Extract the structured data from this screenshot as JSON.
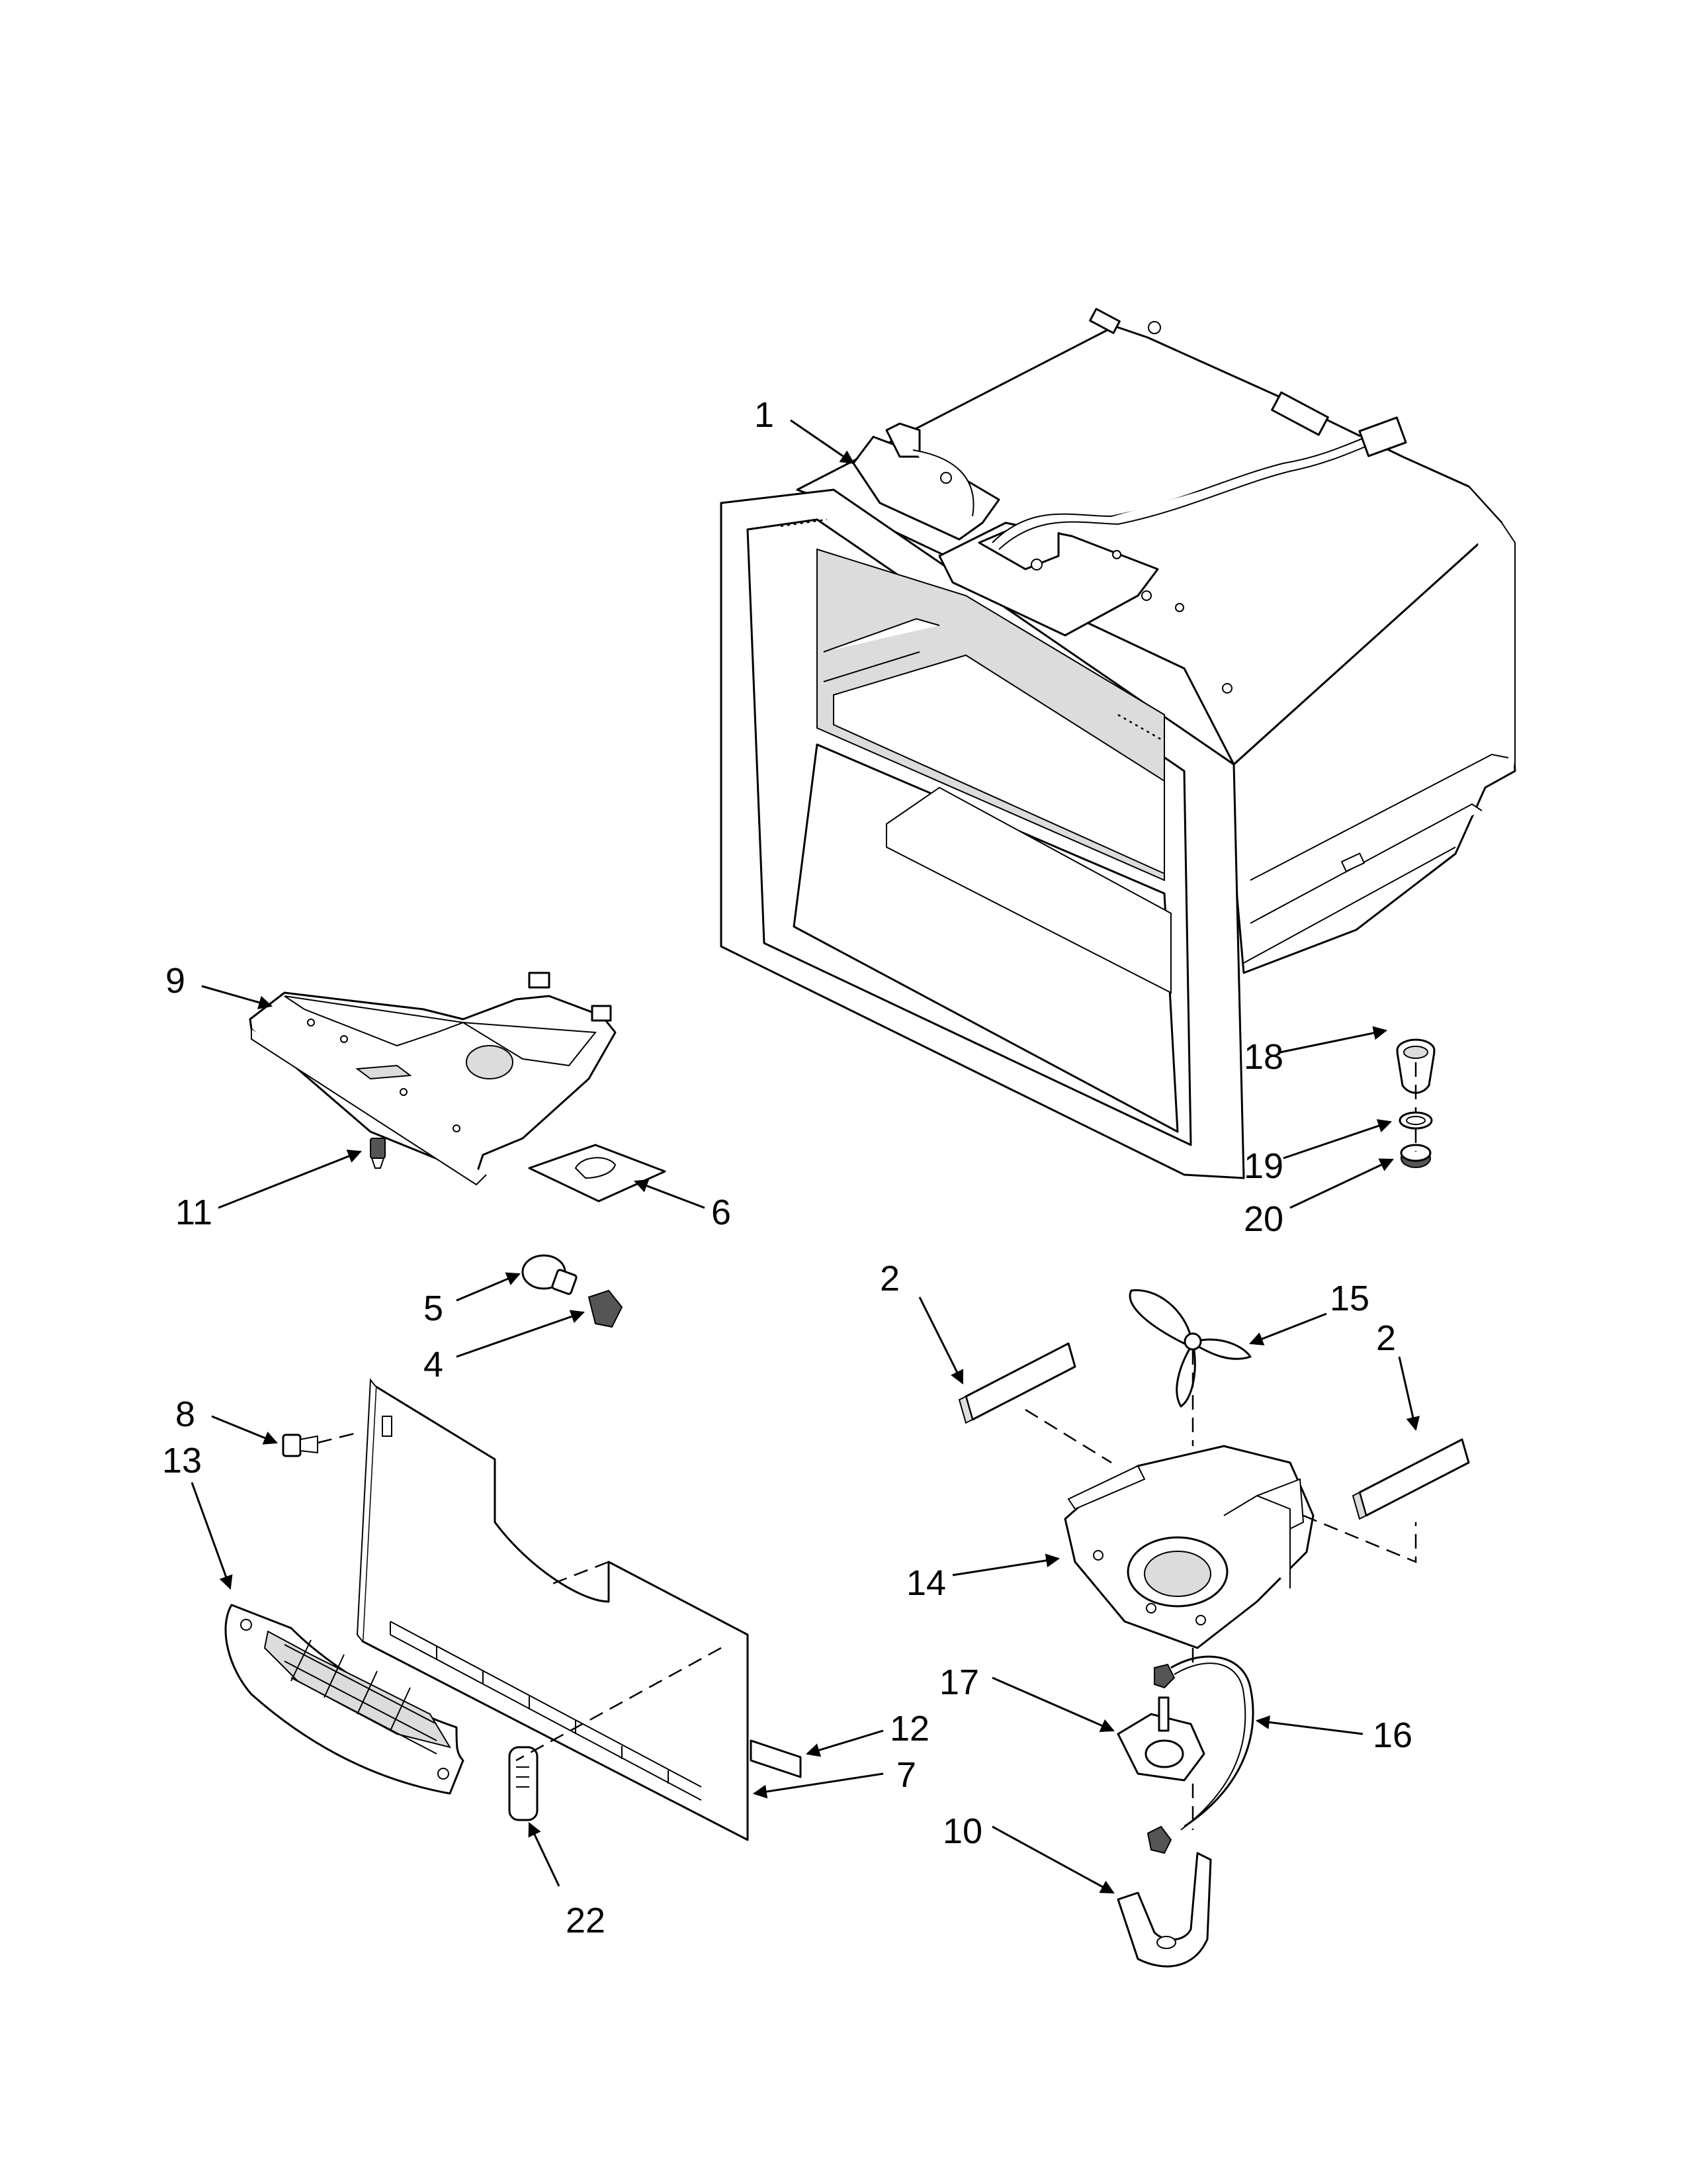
{
  "callouts": {
    "c1": "1",
    "c2a": "2",
    "c2b": "2",
    "c4": "4",
    "c5": "5",
    "c6": "6",
    "c7": "7",
    "c8": "8",
    "c9": "9",
    "c10": "10",
    "c11": "11",
    "c12": "12",
    "c13": "13",
    "c14": "14",
    "c15": "15",
    "c16": "16",
    "c17": "17",
    "c18": "18",
    "c19": "19",
    "c20": "20",
    "c22": "22"
  }
}
